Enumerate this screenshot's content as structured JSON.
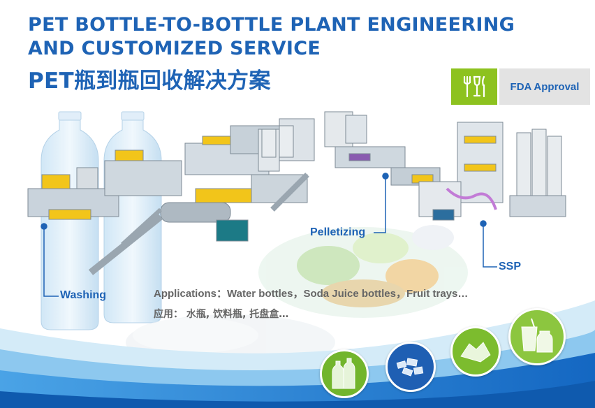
{
  "header": {
    "title_line1": "PET BOTTLE-TO-BOTTLE PLANT ENGINEERING",
    "title_line2": "AND CUSTOMIZED SERVICE",
    "title_cn": "PET瓶到瓶回收解决方案"
  },
  "badge": {
    "label": "FDA Approval",
    "icon": "fork-knife-glass-icon"
  },
  "callouts": {
    "washing": "Washing",
    "pelletizing": "Pelletizing",
    "ssp": "SSP"
  },
  "applications": {
    "en": "Applications：Water bottles，Soda Juice bottles，Fruit trays…",
    "cn": "应用：  水瓶, 饮料瓶, 托盘盒…"
  },
  "product_icons": [
    "bottles-icon",
    "flakes-icon",
    "tray-icon",
    "cup-bottle-icon"
  ],
  "colors": {
    "brand_blue": "#1e63b5",
    "badge_green": "#8dc21f",
    "badge_gray": "#e3e3e3",
    "accent_yellow": "#f2c51a",
    "wave_blue": "#1a7fd0"
  }
}
